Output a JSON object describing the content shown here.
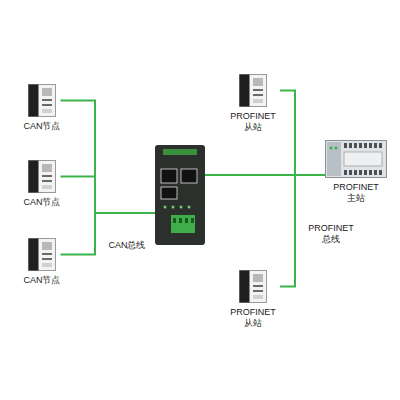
{
  "diagram": {
    "nodes": [
      {
        "text": [
          "CAN节点"
        ]
      },
      {
        "text": [
          "CAN节点"
        ]
      },
      {
        "text": [
          "CAN节点"
        ]
      },
      {
        "text": []
      },
      {
        "text": [
          "PROFINET 从站"
        ]
      },
      {
        "text": [
          "PROFINET 主站"
        ]
      },
      {
        "text": [
          "PROFINET 从站"
        ]
      }
    ],
    "edges": [
      {
        "from": 0,
        "to": 3,
        "arrow": "none"
      },
      {
        "from": 1,
        "to": 3,
        "arrow": "none"
      },
      {
        "from": 2,
        "to": 3,
        "arrow": "none"
      },
      {
        "from": 3,
        "to": 5,
        "arrow": "none"
      },
      {
        "from": 4,
        "to": 5,
        "arrow": "none"
      },
      {
        "from": 6,
        "to": 5,
        "arrow": "none"
      }
    ],
    "labels": [
      "CAN总线",
      "PROFINET 总线"
    ]
  }
}
